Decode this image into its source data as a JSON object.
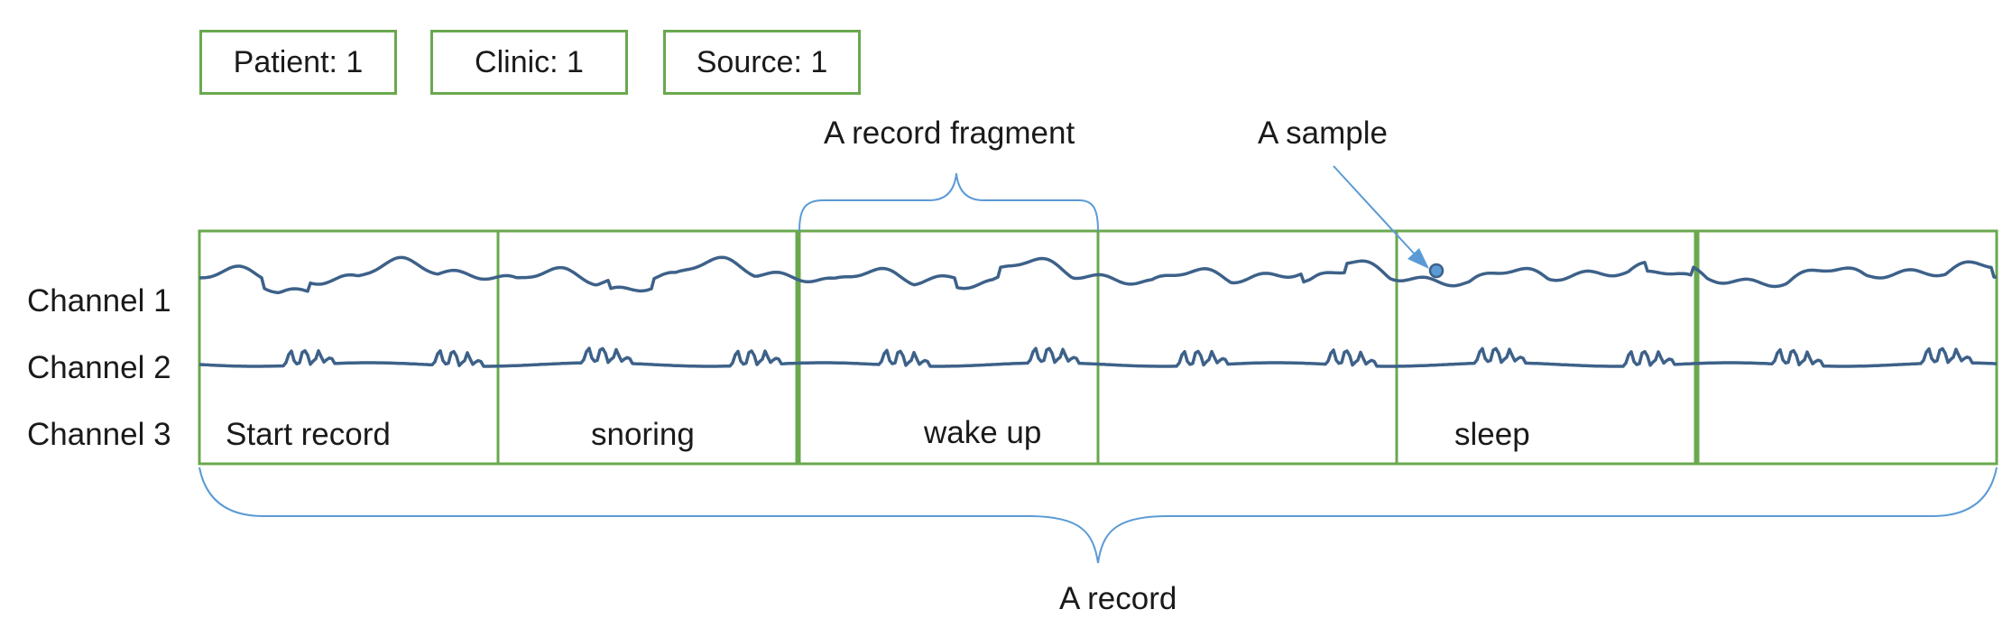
{
  "metadata_boxes": [
    {
      "label": "Patient: 1"
    },
    {
      "label": "Clinic: 1"
    },
    {
      "label": "Source: 1"
    }
  ],
  "channels": [
    "Channel 1",
    "Channel 2",
    "Channel 3"
  ],
  "segments": [
    {
      "label": "Start record"
    },
    {
      "label": "snoring"
    },
    {
      "label": "wake up"
    },
    {
      "label": ""
    },
    {
      "label": "sleep"
    },
    {
      "label": ""
    }
  ],
  "annotations": {
    "record_fragment": "A record fragment",
    "sample": "A sample",
    "record": "A record"
  },
  "colors": {
    "box_border": "#6aa84f",
    "signal": "#3d6189",
    "brace": "#5b9bd5",
    "arrow": "#5b9bd5"
  }
}
